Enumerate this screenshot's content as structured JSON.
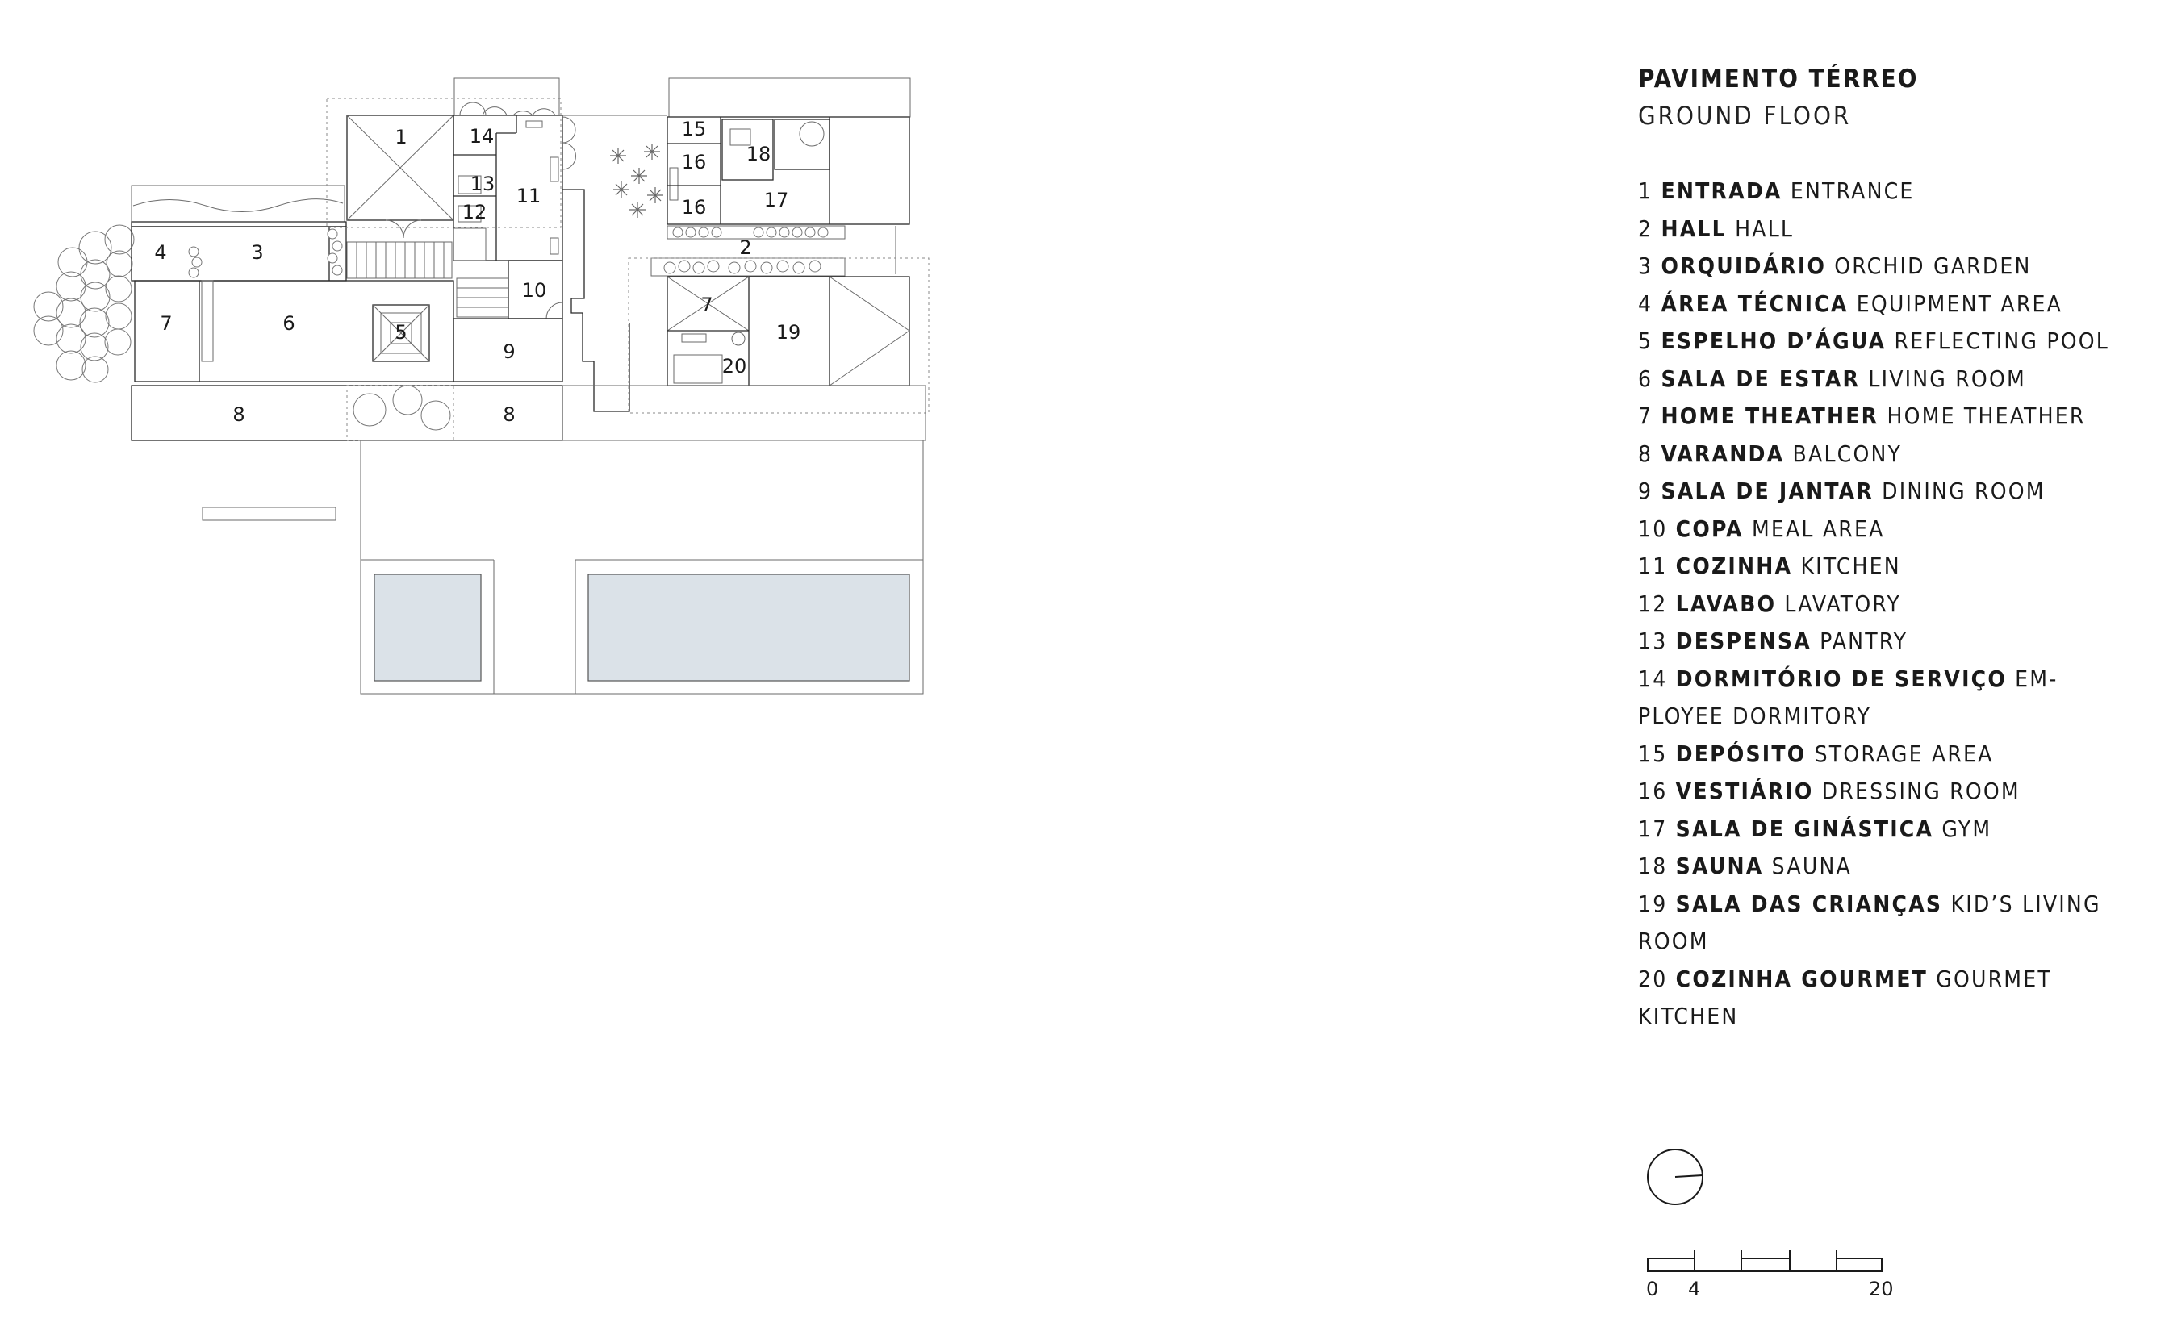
{
  "title": "PAVIMENTO TÉRREO",
  "subtitle": "GROUND FLOOR",
  "legend": [
    {
      "num": "1",
      "pt": "ENTRADA",
      "en": "ENTRANCE"
    },
    {
      "num": "2",
      "pt": "HALL",
      "en": "HALL"
    },
    {
      "num": "3",
      "pt": "ORQUIDÁRIO",
      "en": "ORCHID GARDEN"
    },
    {
      "num": "4",
      "pt": "ÁREA TÉCNICA",
      "en": "EQUIPMENT AREA"
    },
    {
      "num": "5",
      "pt": "ESPELHO D’ÁGUA",
      "en": "REFLECTING POOL"
    },
    {
      "num": "6",
      "pt": "SALA DE ESTAR",
      "en": "LIVING ROOM"
    },
    {
      "num": "7",
      "pt": "HOME THEATHER",
      "en": "HOME THEATHER"
    },
    {
      "num": "8",
      "pt": "VARANDA",
      "en": "BALCONY"
    },
    {
      "num": "9",
      "pt": "SALA DE JANTAR",
      "en": "DINING ROOM"
    },
    {
      "num": "10",
      "pt": "COPA",
      "en": "MEAL AREA"
    },
    {
      "num": "11",
      "pt": "COZINHA",
      "en": "KITCHEN"
    },
    {
      "num": "12",
      "pt": "LAVABO",
      "en": "LAVATORY"
    },
    {
      "num": "13",
      "pt": "DESPENSA",
      "en": "PANTRY"
    },
    {
      "num": "14",
      "pt": "DORMITÓRIO DE SERVIÇO",
      "en": "EM-PLOYEE DORMITORY"
    },
    {
      "num": "15",
      "pt": "DEPÓSITO",
      "en": "STORAGE AREA"
    },
    {
      "num": "16",
      "pt": "VESTIÁRIO",
      "en": "DRESSING ROOM"
    },
    {
      "num": "17",
      "pt": "SALA DE GINÁSTICA",
      "en": "GYM"
    },
    {
      "num": "18",
      "pt": "SAUNA",
      "en": "SAUNA"
    },
    {
      "num": "19",
      "pt": "SALA DAS CRIANÇAS",
      "en": "KID’S LIVING ROOM"
    },
    {
      "num": "20",
      "pt": "COZINHA GOURMET",
      "en": "GOURMET KITCHEN"
    }
  ],
  "room_labels": [
    "1",
    "2",
    "3",
    "4",
    "5",
    "6",
    "7",
    "7",
    "8",
    "8",
    "9",
    "10",
    "11",
    "12",
    "13",
    "14",
    "15",
    "16",
    "16",
    "17",
    "18",
    "19",
    "20"
  ],
  "scale_bar": {
    "labels": [
      "0",
      "4",
      "20"
    ]
  }
}
